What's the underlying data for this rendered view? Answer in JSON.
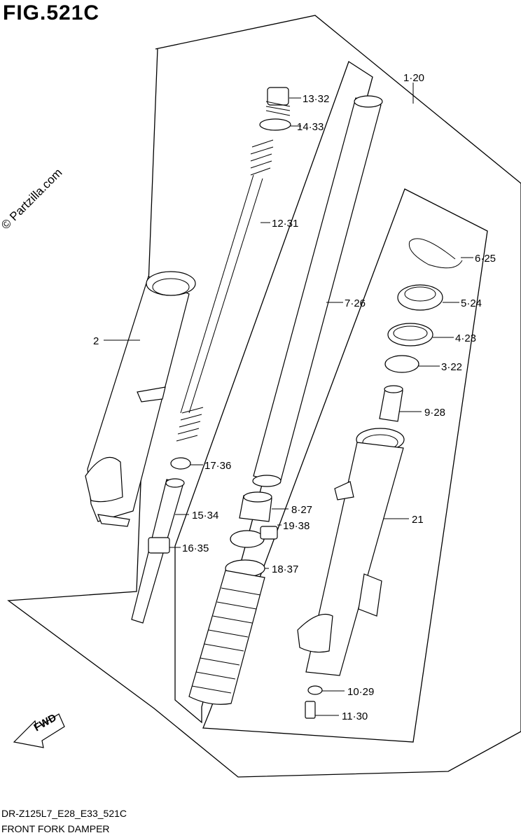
{
  "figure": {
    "title": "FIG.521C",
    "watermark": "© Partzilla.com",
    "model_code": "DR-Z125L7_E28_E33_521C",
    "diagram_name": "FRONT FORK DAMPER",
    "direction_label": "FWD"
  },
  "callouts": [
    {
      "label": "1·20",
      "part": "assembly"
    },
    {
      "label": "13·32",
      "part": "cap-bolt"
    },
    {
      "label": "14·33",
      "part": "o-ring"
    },
    {
      "label": "12·31",
      "part": "spring"
    },
    {
      "label": "7·26",
      "part": "inner-tube"
    },
    {
      "label": "6·25",
      "part": "circlip"
    },
    {
      "label": "5·24",
      "part": "oil-seal"
    },
    {
      "label": "4·23",
      "part": "washer"
    },
    {
      "label": "3·22",
      "part": "bushing"
    },
    {
      "label": "9·28",
      "part": "oil-lock-piece"
    },
    {
      "label": "2",
      "part": "outer-tube-left"
    },
    {
      "label": "17·36",
      "part": "ring"
    },
    {
      "label": "15·34",
      "part": "damper-rod"
    },
    {
      "label": "16·35",
      "part": "piston-ring"
    },
    {
      "label": "8·27",
      "part": "guide-bush"
    },
    {
      "label": "19·38",
      "part": "clamp"
    },
    {
      "label": "18·37",
      "part": "boot"
    },
    {
      "label": "21",
      "part": "outer-tube-right"
    },
    {
      "label": "10·29",
      "part": "gasket"
    },
    {
      "label": "11·30",
      "part": "bolt"
    }
  ]
}
